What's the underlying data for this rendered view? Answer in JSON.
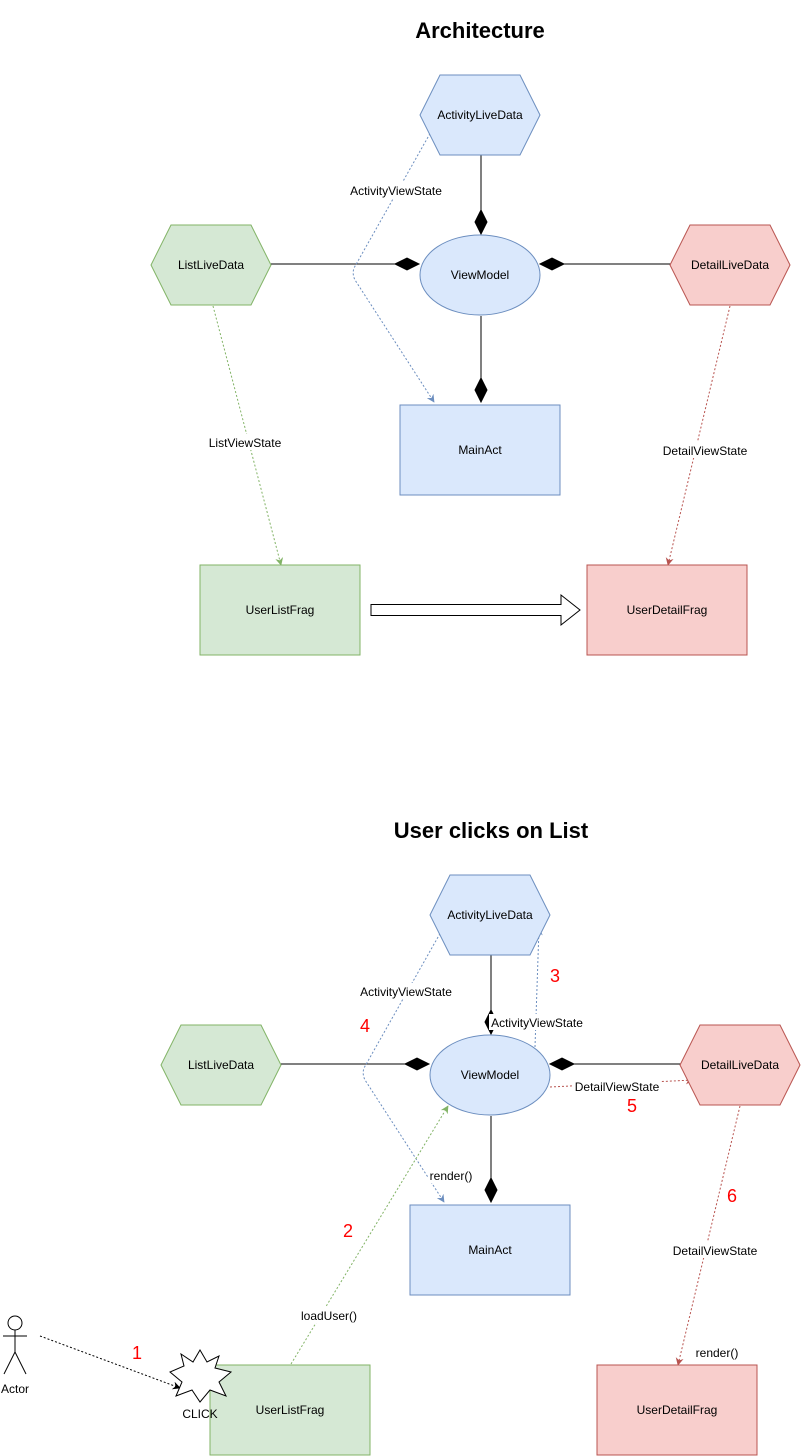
{
  "colors": {
    "blue_fill": "#dae8fc",
    "blue_stroke": "#6c8ebf",
    "green_fill": "#d5e8d4",
    "green_stroke": "#82b366",
    "red_fill": "#f8cecc",
    "red_stroke": "#b85450",
    "step_red": "#ff0000"
  },
  "architecture": {
    "title": "Architecture",
    "activity_live_data": "ActivityLiveData",
    "list_live_data": "ListLiveData",
    "view_model": "ViewModel",
    "detail_live_data": "DetailLiveData",
    "main_act": "MainAct",
    "user_list_frag": "UserListFrag",
    "user_detail_frag": "UserDetailFrag",
    "activity_view_state": "ActivityViewState",
    "list_view_state": "ListViewState",
    "detail_view_state": "DetailViewState"
  },
  "clicks": {
    "title": "User clicks on List",
    "activity_live_data": "ActivityLiveData",
    "list_live_data": "ListLiveData",
    "view_model": "ViewModel",
    "detail_live_data": "DetailLiveData",
    "main_act": "MainAct",
    "user_list_frag": "UserListFrag",
    "user_detail_frag": "UserDetailFrag",
    "actor": "Actor",
    "click": "CLICK",
    "activity_view_state_left": "ActivityViewState",
    "activity_view_state_center": "ActivityViewState",
    "detail_view_state_mid": "DetailViewState",
    "detail_view_state_right": "DetailViewState",
    "render_main": "render()",
    "render_detail": "render()",
    "load_user": "loadUser()",
    "steps": [
      "1",
      "2",
      "3",
      "4",
      "5",
      "6"
    ]
  }
}
